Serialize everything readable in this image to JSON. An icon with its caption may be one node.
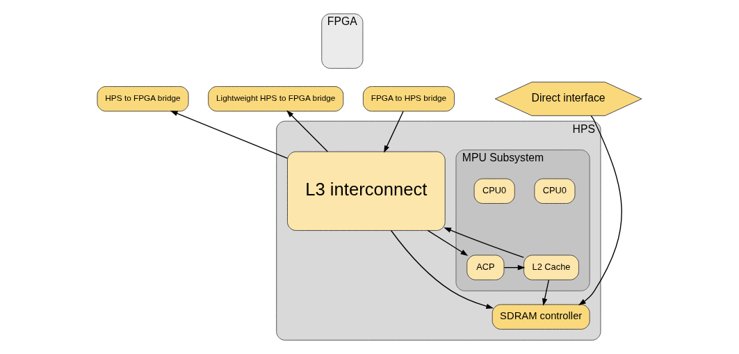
{
  "diagram": {
    "nodes": [
      {
        "text": [
          "FPGA"
        ]
      },
      {
        "text": [
          "HPS"
        ]
      },
      {
        "text": [
          "HPS to FPGA bridge"
        ]
      },
      {
        "text": [
          "Lightweight HPS to FPGA bridge"
        ]
      },
      {
        "text": [
          "FPGA to HPS bridge"
        ]
      },
      {
        "text": [
          "Direct interface"
        ]
      },
      {
        "text": [
          "L3 interconnect"
        ],
        "in": 1
      },
      {
        "text": [
          "MPU Subsystem"
        ],
        "in": 1
      },
      {
        "text": [
          "CPU0"
        ],
        "in": 7
      },
      {
        "text": [
          "CPU0"
        ],
        "in": 7
      },
      {
        "text": [
          "ACP"
        ],
        "in": 7
      },
      {
        "text": [
          "L2 Cache"
        ],
        "in": 7
      },
      {
        "text": [
          "SDRAM controller"
        ],
        "in": 1
      }
    ],
    "edges": [
      {
        "from": 6,
        "to": 2,
        "arrow": "to"
      },
      {
        "from": 6,
        "to": 3,
        "arrow": "to"
      },
      {
        "from": 4,
        "to": 6,
        "arrow": "to"
      },
      {
        "from": 6,
        "to": 10,
        "arrow": "to"
      },
      {
        "from": 10,
        "to": 11,
        "arrow": "to"
      },
      {
        "from": 11,
        "to": 6,
        "arrow": "to"
      },
      {
        "from": 11,
        "to": 12,
        "arrow": "to"
      },
      {
        "from": 6,
        "to": 12,
        "arrow": "to"
      },
      {
        "from": 5,
        "to": 12,
        "arrow": "to"
      }
    ]
  }
}
